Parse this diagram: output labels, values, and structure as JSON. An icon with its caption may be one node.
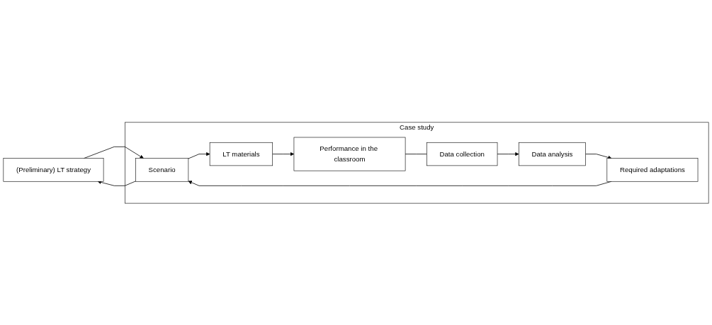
{
  "diagram": {
    "nodes": [
      {
        "text": [
          "(Preliminary) LT strategy"
        ]
      },
      {
        "text": [
          "Case study"
        ]
      },
      {
        "text": [
          "Scenario"
        ],
        "in": 1
      },
      {
        "text": [
          "LT materials"
        ],
        "in": 1
      },
      {
        "text": [
          "Performance in the classroom"
        ],
        "in": 1
      },
      {
        "text": [
          "Data collection"
        ],
        "in": 1
      },
      {
        "text": [
          "Data analysis"
        ],
        "in": 1
      },
      {
        "text": [
          "Required adaptations"
        ],
        "in": 1
      }
    ],
    "edges": [
      {
        "from": 0,
        "to": 2,
        "arrow": "to"
      },
      {
        "from": 2,
        "to": 0,
        "arrow": "to"
      },
      {
        "from": 2,
        "to": 3,
        "arrow": "to"
      },
      {
        "from": 3,
        "to": 4,
        "arrow": "to"
      },
      {
        "from": 4,
        "to": 5,
        "arrow": "none"
      },
      {
        "from": 5,
        "to": 6,
        "arrow": "to"
      },
      {
        "from": 6,
        "to": 7,
        "arrow": "to"
      },
      {
        "from": 7,
        "to": 2,
        "arrow": "to"
      }
    ]
  }
}
